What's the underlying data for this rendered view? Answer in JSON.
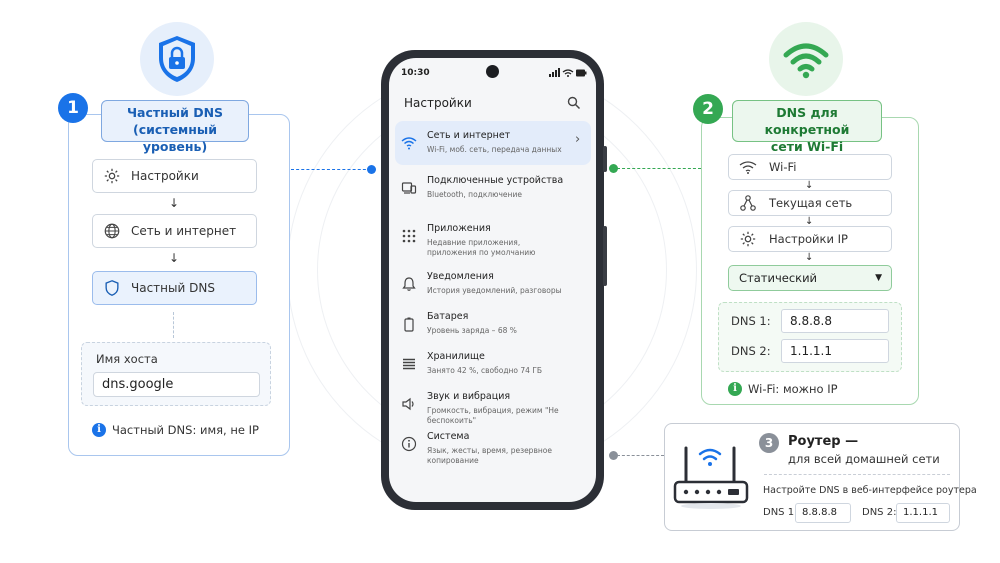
{
  "left": {
    "badge": "1",
    "title_line1": "Частный DNS",
    "title_line2": "(системный уровень)",
    "steps": [
      "Настройки",
      "Сеть и интернет",
      "Частный DNS"
    ],
    "hostname_label": "Имя хоста",
    "hostname_value": "dns.google",
    "note": "Частный DNS: имя, не IP"
  },
  "phone": {
    "time": "10:30",
    "header_title": "Настройки",
    "menu": [
      {
        "title": "Сеть и интернет",
        "subtitle": "Wi-Fi, моб. сеть, передача данных",
        "icon": "wifi-icon"
      },
      {
        "title": "Подключенные устройства",
        "subtitle": "Bluetooth, подключение",
        "icon": "devices-icon"
      },
      {
        "title": "Приложения",
        "subtitle": "Недавние приложения, приложения по умолчанию",
        "icon": "apps-grid-icon"
      },
      {
        "title": "Уведомления",
        "subtitle": "История уведомлений, разговоры",
        "icon": "bell-icon"
      },
      {
        "title": "Батарея",
        "subtitle": "Уровень заряда – 68 %",
        "icon": "battery-icon"
      },
      {
        "title": "Хранилище",
        "subtitle": "Занято 42 %, свободно 74 ГБ",
        "icon": "storage-icon"
      },
      {
        "title": "Звук и вибрация",
        "subtitle": "Громкость, вибрация, режим \"Не беспокоить\"",
        "icon": "speaker-icon"
      },
      {
        "title": "Система",
        "subtitle": "Язык, жесты, время, резервное копирование",
        "icon": "info-icon"
      }
    ]
  },
  "right": {
    "badge": "2",
    "title_line1": "DNS для конкретной",
    "title_line2": "сети Wi-Fi",
    "steps": [
      "Wi-Fi",
      "Текущая сеть",
      "Настройки IP"
    ],
    "select_value": "Статический",
    "dns1_label": "DNS 1:",
    "dns1_value": "8.8.8.8",
    "dns2_label": "DNS 2:",
    "dns2_value": "1.1.1.1",
    "note": "Wi-Fi: можно IP"
  },
  "router": {
    "badge": "3",
    "title_line1": "Роутер —",
    "title_line2": "для всей домашней сети",
    "instruction": "Настройте DNS в веб-интерфейсе роутера",
    "dns1_label": "DNS 1:",
    "dns1_value": "8.8.8.8",
    "dns2_label": "DNS 2:",
    "dns2_value": "1.1.1.1"
  },
  "colors": {
    "blue": "#1a73e8",
    "green": "#34a853",
    "gray": "#7a7f88"
  }
}
